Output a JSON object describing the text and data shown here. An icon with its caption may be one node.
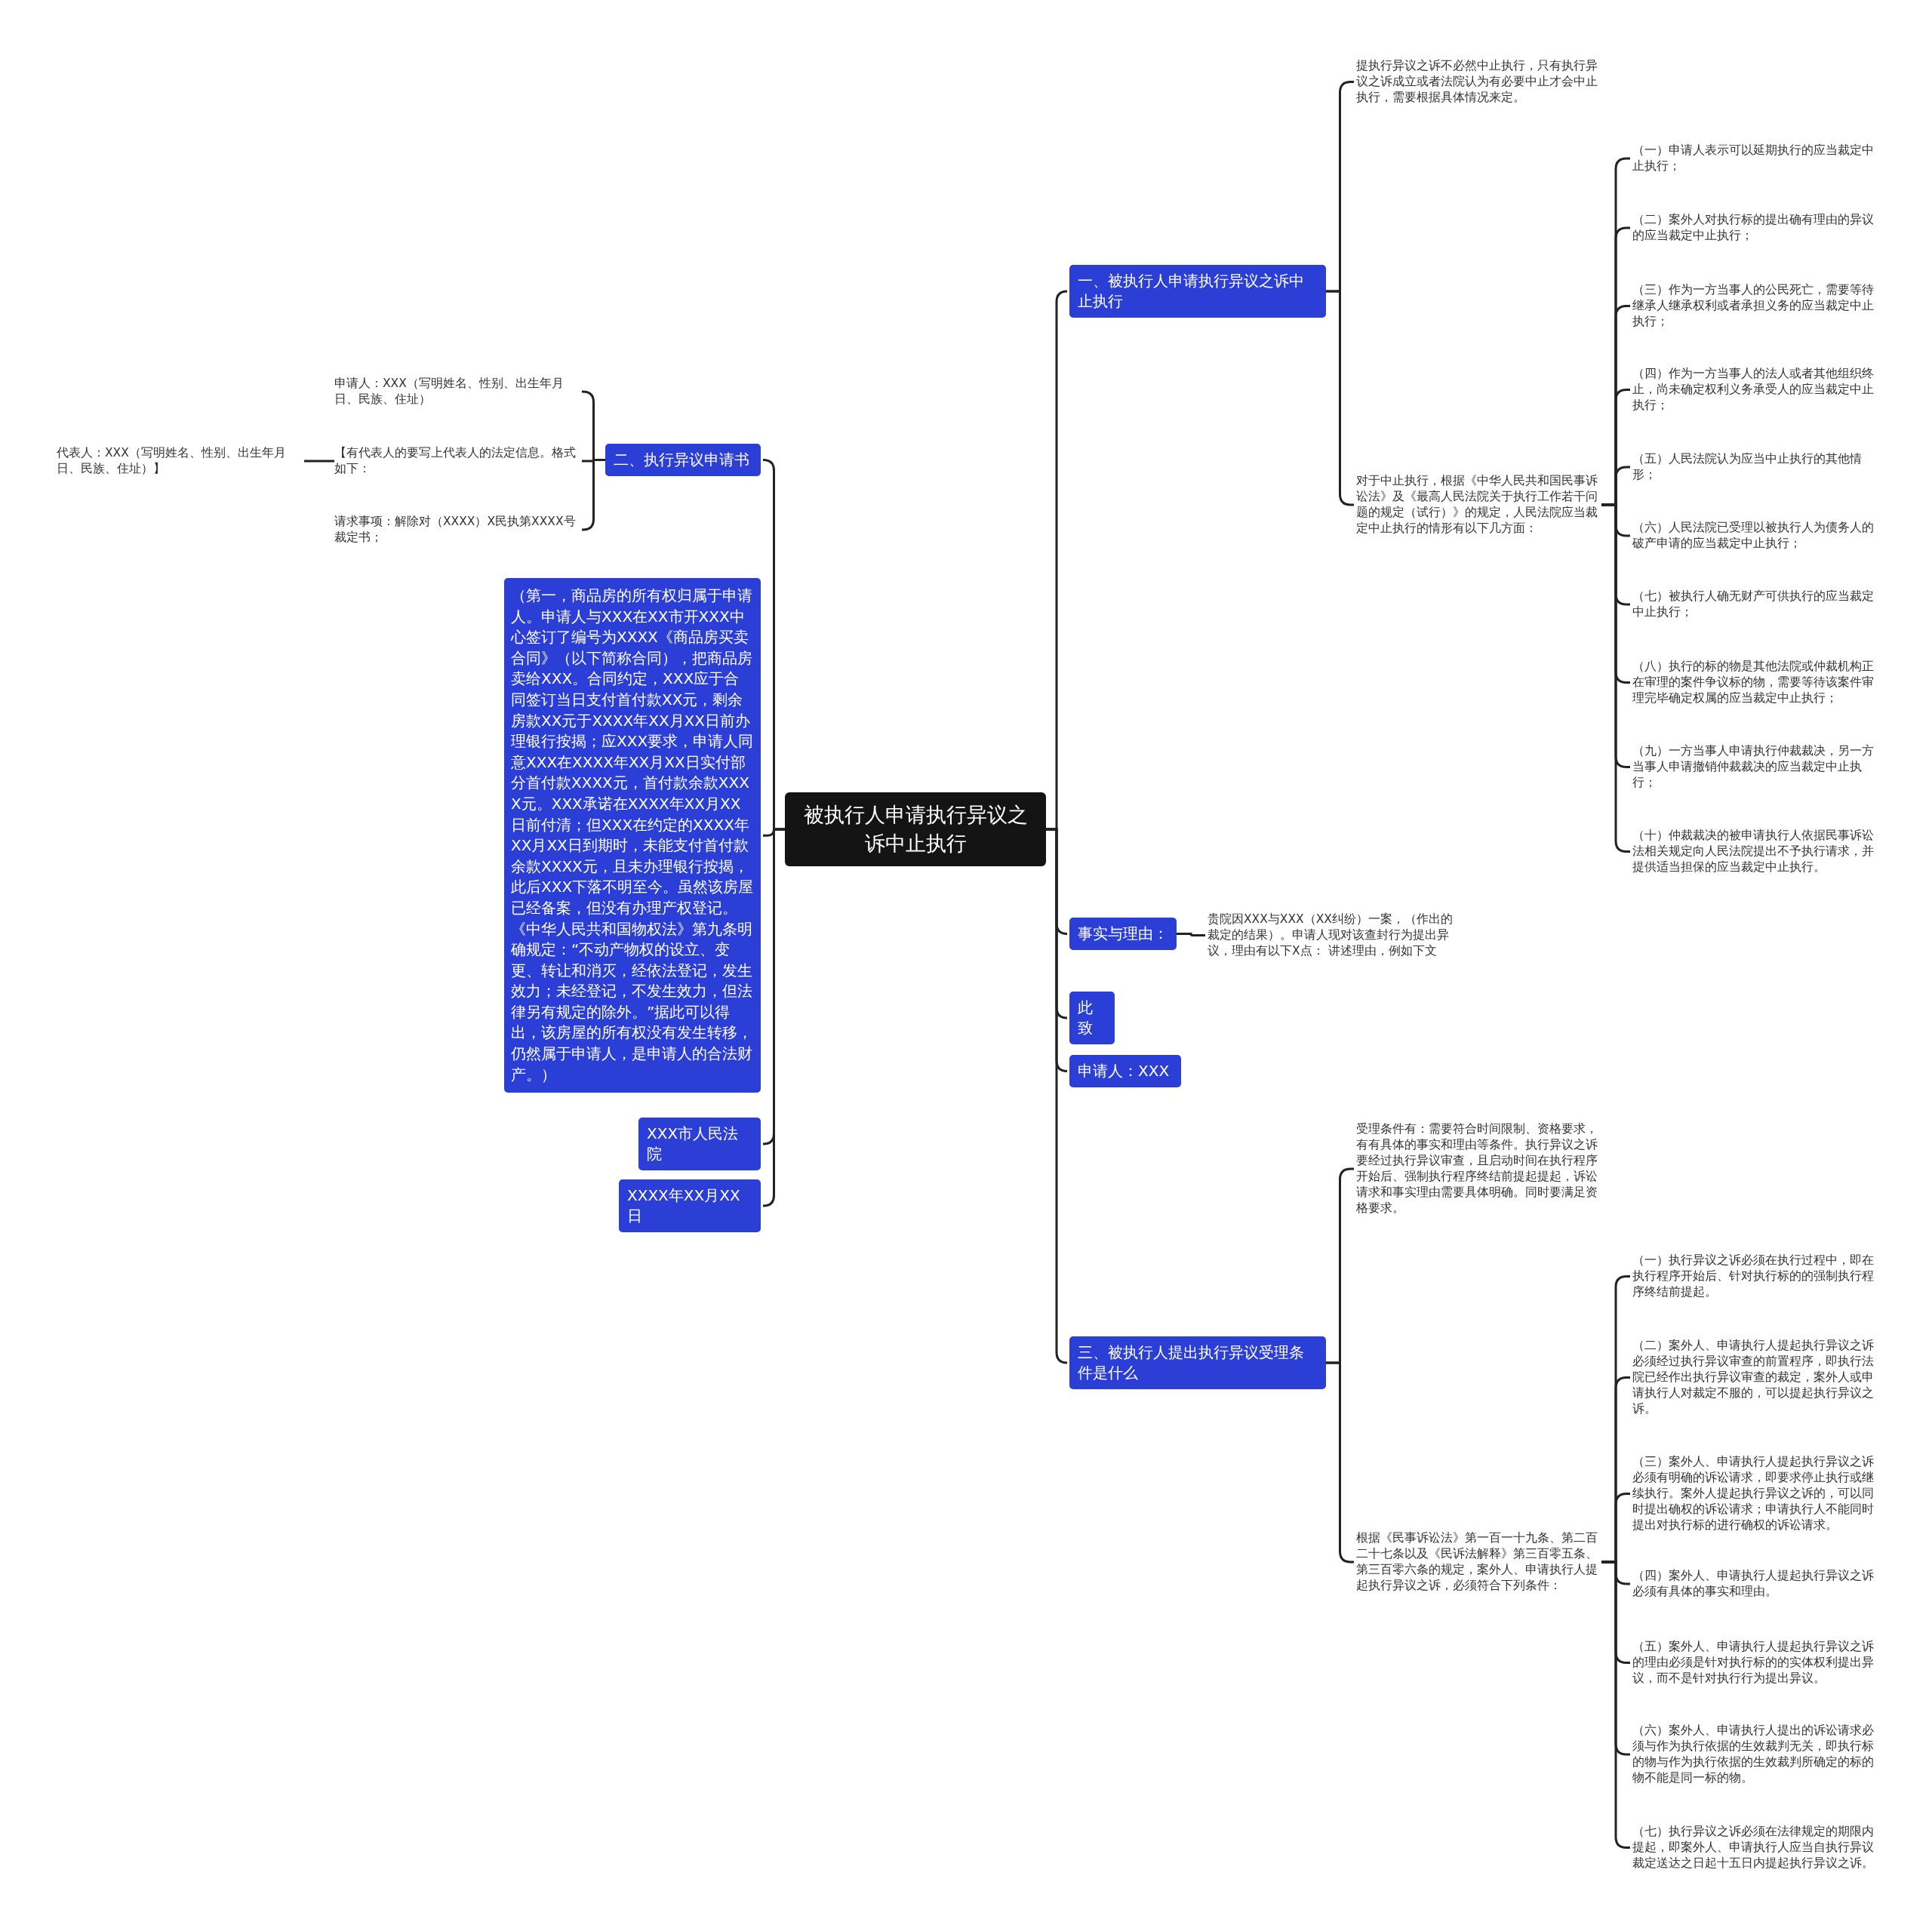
{
  "diagram": {
    "nodes": [
      {
        "text": [
          "被执行人申请执行异议之诉中止执行"
        ]
      },
      {
        "text": [
          "一、被执行人申请执行异议之诉中止执行"
        ]
      },
      {
        "text": [
          "提执行异议之诉不必然中止执行，只有执行异议之诉成立或者法院认为有必要中止才会中止执行，需要根据具体情况来定。"
        ]
      },
      {
        "text": [
          "对于中止执行，根据《中华人民共和国民事诉讼法》及《最高人民法院关于执行工作若干问题的规定（试行）》的规定，人民法院应当裁定中止执行的情形有以下几方面："
        ]
      },
      {
        "text": [
          "（一）申请人表示可以延期执行的应当裁定中止执行；"
        ]
      },
      {
        "text": [
          "（二）案外人对执行标的提出确有理由的异议的应当裁定中止执行；"
        ]
      },
      {
        "text": [
          "（三）作为一方当事人的公民死亡，需要等待继承人继承权利或者承担义务的应当裁定中止执行；"
        ]
      },
      {
        "text": [
          "（四）作为一方当事人的法人或者其他组织终止，尚未确定权利义务承受人的应当裁定中止执行；"
        ]
      },
      {
        "text": [
          "（五）人民法院认为应当中止执行的其他情形；"
        ]
      },
      {
        "text": [
          "（六）人民法院已受理以被执行人为债务人的破产申请的应当裁定中止执行；"
        ]
      },
      {
        "text": [
          "（七）被执行人确无财产可供执行的应当裁定中止执行；"
        ]
      },
      {
        "text": [
          "（八）执行的标的物是其他法院或仲裁机构正在审理的案件争议标的物，需要等待该案件审理完毕确定权属的应当裁定中止执行；"
        ]
      },
      {
        "text": [
          "（九）一方当事人申请执行仲裁裁决，另一方当事人申请撤销仲裁裁决的应当裁定中止执行；"
        ]
      },
      {
        "text": [
          "（十）仲裁裁决的被申请执行人依据民事诉讼法相关规定向人民法院提出不予执行请求，并提供适当担保的应当裁定中止执行。"
        ]
      },
      {
        "text": [
          "事实与理由："
        ]
      },
      {
        "text": [
          "贵院因XXX与XXX（XX纠纷）一案，（作出的裁定的结果）。申请人现对该查封行为提出异议，理由有以下X点： 讲述理由，例如下文"
        ]
      },
      {
        "text": [
          "此致"
        ]
      },
      {
        "text": [
          "申请人：XXX"
        ]
      },
      {
        "text": [
          "三、被执行人提出执行异议受理条件是什么"
        ]
      },
      {
        "text": [
          "受理条件有：需要符合时间限制、资格要求，有有具体的事实和理由等条件。执行异议之诉要经过执行异议审查，且启动时间在执行程序开始后、强制执行程序终结前提起提起，诉讼请求和事实理由需要具体明确。同时要满足资格要求。"
        ]
      },
      {
        "text": [
          "根据《民事诉讼法》第一百一十九条、第二百二十七条以及《民诉法解释》第三百零五条、第三百零六条的规定，案外人、申请执行人提起执行异议之诉，必须符合下列条件："
        ]
      },
      {
        "text": [
          "（一）执行异议之诉必须在执行过程中，即在执行程序开始后、针对执行标的的强制执行程序终结前提起。"
        ]
      },
      {
        "text": [
          "（二）案外人、申请执行人提起执行异议之诉必须经过执行异议审查的前置程序，即执行法院已经作出执行异议审查的裁定，案外人或申请执行人对裁定不服的，可以提起执行异议之诉。"
        ]
      },
      {
        "text": [
          "（三）案外人、申请执行人提起执行异议之诉必须有明确的诉讼请求，即要求停止执行或继续执行。案外人提起执行异议之诉的，可以同时提出确权的诉讼请求；申请执行人不能同时提出对执行标的进行确权的诉讼请求。"
        ]
      },
      {
        "text": [
          "（四）案外人、申请执行人提起执行异议之诉必须有具体的事实和理由。"
        ]
      },
      {
        "text": [
          "（五）案外人、申请执行人提起执行异议之诉的理由必须是针对执行标的的实体权利提出异议，而不是针对执行行为提出异议。"
        ]
      },
      {
        "text": [
          "（六）案外人、申请执行人提出的诉讼请求必须与作为执行依据的生效裁判无关，即执行标的物与作为执行依据的生效裁判所确定的标的物不能是同一标的物。"
        ]
      },
      {
        "text": [
          "（七）执行异议之诉必须在法律规定的期限内提起，即案外人、申请执行人应当自执行异议裁定送达之日起十五日内提起执行异议之诉。"
        ]
      },
      {
        "text": [
          "二、执行异议申请书"
        ]
      },
      {
        "text": [
          "申请人：XXX（写明姓名、性别、出生年月日、民族、住址）"
        ]
      },
      {
        "text": [
          "【有代表人的要写上代表人的法定信息。格式如下："
        ]
      },
      {
        "text": [
          "代表人：XXX（写明姓名、性别、出生年月日、民族、住址）】"
        ]
      },
      {
        "text": [
          "请求事项：解除对（XXXX）X民执第XXXX号裁定书；"
        ]
      },
      {
        "text": [
          "（第一，商品房的所有权归属于申请人。申请人与XXX在XX市开XXX中心签订了编号为XXXX《商品房买卖合同》（以下简称合同），把商品房卖给XXX。合同约定，XXX应于合同签订当日支付首付款XX元，剩余房款XX元于XXXX年XX月XX日前办理银行按揭；应XXX要求，申请人同意XXX在XXXX年XX月XX日实付部分首付款XXXX元，首付款余款XXXX元。XXX承诺在XXXX年XX月XX日前付清；但XXX在约定的XXXX年XX月XX日到期时，未能支付首付款余款XXXX元，且未办理银行按揭，此后XXX下落不明至今。虽然该房屋已经备案，但没有办理产权登记。《中华人民共和国物权法》第九条明确规定：“不动产物权的设立、变更、转让和消灭，经依法登记，发生效力；未经登记，不发生效力，但法律另有规定的除外。”据此可以得出，该房屋的所有权没有发生转移，仍然属于申请人，是申请人的合法财产。）"
        ]
      },
      {
        "text": [
          "XXX市人民法院"
        ]
      },
      {
        "text": [
          "XXXX年XX月XX日"
        ]
      }
    ],
    "edges": [
      {
        "from": 0,
        "to": 1,
        "arrow": "none"
      },
      {
        "from": 1,
        "to": 2,
        "arrow": "none"
      },
      {
        "from": 1,
        "to": 3,
        "arrow": "none"
      },
      {
        "from": 3,
        "to": 4,
        "arrow": "none"
      },
      {
        "from": 3,
        "to": 5,
        "arrow": "none"
      },
      {
        "from": 3,
        "to": 6,
        "arrow": "none"
      },
      {
        "from": 3,
        "to": 7,
        "arrow": "none"
      },
      {
        "from": 3,
        "to": 8,
        "arrow": "none"
      },
      {
        "from": 3,
        "to": 9,
        "arrow": "none"
      },
      {
        "from": 3,
        "to": 10,
        "arrow": "none"
      },
      {
        "from": 3,
        "to": 11,
        "arrow": "none"
      },
      {
        "from": 3,
        "to": 12,
        "arrow": "none"
      },
      {
        "from": 3,
        "to": 13,
        "arrow": "none"
      },
      {
        "from": 0,
        "to": 14,
        "arrow": "none"
      },
      {
        "from": 14,
        "to": 15,
        "arrow": "none"
      },
      {
        "from": 0,
        "to": 16,
        "arrow": "none"
      },
      {
        "from": 0,
        "to": 17,
        "arrow": "none"
      },
      {
        "from": 0,
        "to": 18,
        "arrow": "none"
      },
      {
        "from": 18,
        "to": 19,
        "arrow": "none"
      },
      {
        "from": 18,
        "to": 20,
        "arrow": "none"
      },
      {
        "from": 20,
        "to": 21,
        "arrow": "none"
      },
      {
        "from": 20,
        "to": 22,
        "arrow": "none"
      },
      {
        "from": 20,
        "to": 23,
        "arrow": "none"
      },
      {
        "from": 20,
        "to": 24,
        "arrow": "none"
      },
      {
        "from": 20,
        "to": 25,
        "arrow": "none"
      },
      {
        "from": 20,
        "to": 26,
        "arrow": "none"
      },
      {
        "from": 20,
        "to": 27,
        "arrow": "none"
      },
      {
        "from": 0,
        "to": 28,
        "arrow": "none"
      },
      {
        "from": 28,
        "to": 29,
        "arrow": "none"
      },
      {
        "from": 28,
        "to": 30,
        "arrow": "none"
      },
      {
        "from": 30,
        "to": 31,
        "arrow": "none"
      },
      {
        "from": 28,
        "to": 32,
        "arrow": "none"
      },
      {
        "from": 0,
        "to": 33,
        "arrow": "none"
      },
      {
        "from": 0,
        "to": 34,
        "arrow": "none"
      },
      {
        "from": 0,
        "to": 35,
        "arrow": "none"
      }
    ]
  }
}
